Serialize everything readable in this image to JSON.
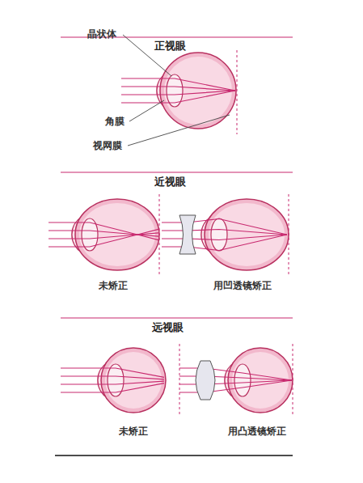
{
  "diagram": {
    "labels": [
      "正视眼",
      "晶状体",
      "角膜",
      "视网膜",
      "近视眼",
      "未矫正",
      "用凹透镜矫正",
      "远视眼",
      "未矫正",
      "用凸透镜矫正"
    ]
  }
}
